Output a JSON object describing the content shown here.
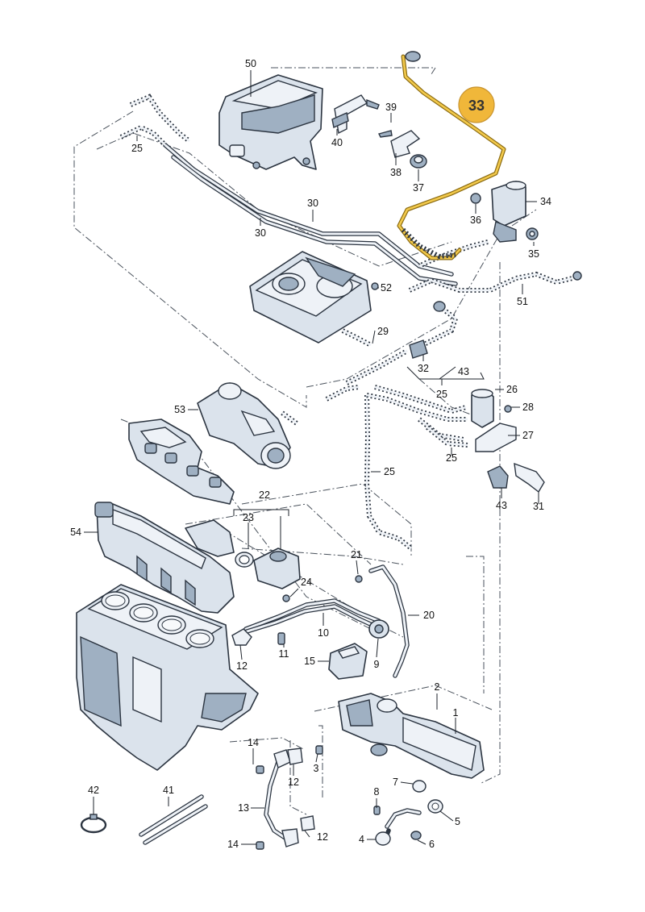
{
  "highlight": {
    "part": "33",
    "color": "#f0b73a",
    "badge_text_color": "#333333"
  },
  "labels": {
    "p1": "1",
    "p2": "2",
    "p3": "3",
    "p4": "4",
    "p5": "5",
    "p6": "6",
    "p7": "7",
    "p8": "8",
    "p9": "9",
    "p10": "10",
    "p11": "11",
    "p12a": "12",
    "p12b": "12",
    "p12c": "12",
    "p13": "13",
    "p14a": "14",
    "p14b": "14",
    "p15": "15",
    "p20": "20",
    "p21": "21",
    "p22": "22",
    "p23": "23",
    "p24": "24",
    "p25a": "25",
    "p25b": "25",
    "p25c": "25",
    "p25d": "25",
    "p26": "26",
    "p27": "27",
    "p28": "28",
    "p29": "29",
    "p30a": "30",
    "p30b": "30",
    "p31": "31",
    "p32": "32",
    "p33": "33",
    "p34": "34",
    "p35": "35",
    "p36": "36",
    "p37": "37",
    "p38": "38",
    "p39": "39",
    "p40": "40",
    "p41": "41",
    "p42": "42",
    "p43a": "43",
    "p43b": "43",
    "p50": "50",
    "p51": "51",
    "p52": "52",
    "p53": "53",
    "p54": "54"
  }
}
